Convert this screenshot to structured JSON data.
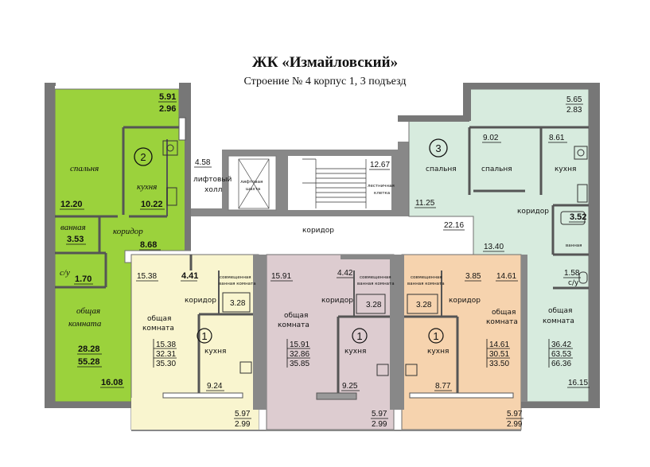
{
  "header": {
    "title": "ЖК «Измайловский»",
    "subtitle": "Строение № 4 корпус 1, 3 подъезд"
  },
  "colors": {
    "apt2": "#9bd23c",
    "apt2_wall": "#6f6f6f",
    "apt3": "#d7ebde",
    "apt1a": "#f9f5cf",
    "apt1b": "#ddccd0",
    "apt1c": "#f6d3ae",
    "wall": "#767676"
  },
  "apt2": {
    "number": "2",
    "balcony_a": "5.91",
    "balcony_b": "2.96",
    "bedroom_label": "спальня",
    "bedroom_area": "12.20",
    "kitchen_label": "кухня",
    "kitchen_area": "10.22",
    "bath_label": "ванная",
    "bath_area": "3.53",
    "corridor_label": "коридор",
    "corridor_area": "8.68",
    "wc_label": "с/у",
    "wc_area": "1.70",
    "living_label_1": "общая",
    "living_label_2": "комната",
    "living_area": "28.28",
    "total_area": "55.28",
    "loggia_area": "16.08"
  },
  "common": {
    "lift_hall_area": "4.58",
    "lift_hall_label_1": "лифтовый",
    "lift_hall_label_2": "холл",
    "shaft_label_1": "лифтовая",
    "shaft_label_2": "шахта",
    "stair_area": "12.67",
    "stair_label_1": "лестничная",
    "stair_label_2": "клетка",
    "corridor_label": "коридор",
    "corridor_area": "22.16"
  },
  "apt3": {
    "number": "3",
    "balcony_a": "5.65",
    "balcony_b": "2.83",
    "bedroom1_label": "спальня",
    "bedroom1_area": "11.25",
    "bedroom2_label": "спальня",
    "bedroom2_area": "9.02",
    "kitchen_label": "кухня",
    "kitchen_area": "8.61",
    "corridor_label": "коридор",
    "corridor_area": "13.40",
    "bath_area": "3.52",
    "bath_label": "ванная",
    "wc_area": "1.58",
    "wc_label": "с/у",
    "living_label_1": "общая",
    "living_label_2": "комната",
    "living_area": "36.42",
    "total_area": "63.53",
    "overall_area": "66.36",
    "loggia_area": "16.15"
  },
  "apt1_list": [
    {
      "number": "1",
      "living_area": "15.38",
      "corridor_area": "4.41",
      "corridor_label": "коридор",
      "combined_bath_label_1": "совмещенная",
      "combined_bath_label_2": "ванная комната",
      "bath_area": "3.28",
      "living_label_1": "общая",
      "living_label_2": "комната",
      "kitchen_label": "кухня",
      "kitchen_area": "9.24",
      "sum1": "15.38",
      "sum2": "32.31",
      "sum3": "35.30",
      "balcony_a": "5.97",
      "balcony_b": "2.99"
    },
    {
      "number": "1",
      "living_area": "15.91",
      "corridor_area": "4.42",
      "corridor_label": "коридор",
      "combined_bath_label_1": "совмещенная",
      "combined_bath_label_2": "ванная комната",
      "bath_area": "3.28",
      "living_label_1": "общая",
      "living_label_2": "комната",
      "kitchen_label": "кухня",
      "kitchen_area": "9.25",
      "sum1": "15.91",
      "sum2": "32.86",
      "sum3": "35.85",
      "balcony_a": "5.97",
      "balcony_b": "2.99"
    },
    {
      "number": "1",
      "living_area": "14.61",
      "corridor_area": "3.85",
      "corridor_label": "коридор",
      "combined_bath_label_1": "совмещенная",
      "combined_bath_label_2": "ванная комната",
      "bath_area": "3.28",
      "living_label_1": "общая",
      "living_label_2": "комната",
      "kitchen_label": "кухня",
      "kitchen_area": "8.77",
      "sum1": "14.61",
      "sum2": "30.51",
      "sum3": "33.50",
      "balcony_a": "5.97",
      "balcony_b": "2.99"
    }
  ]
}
